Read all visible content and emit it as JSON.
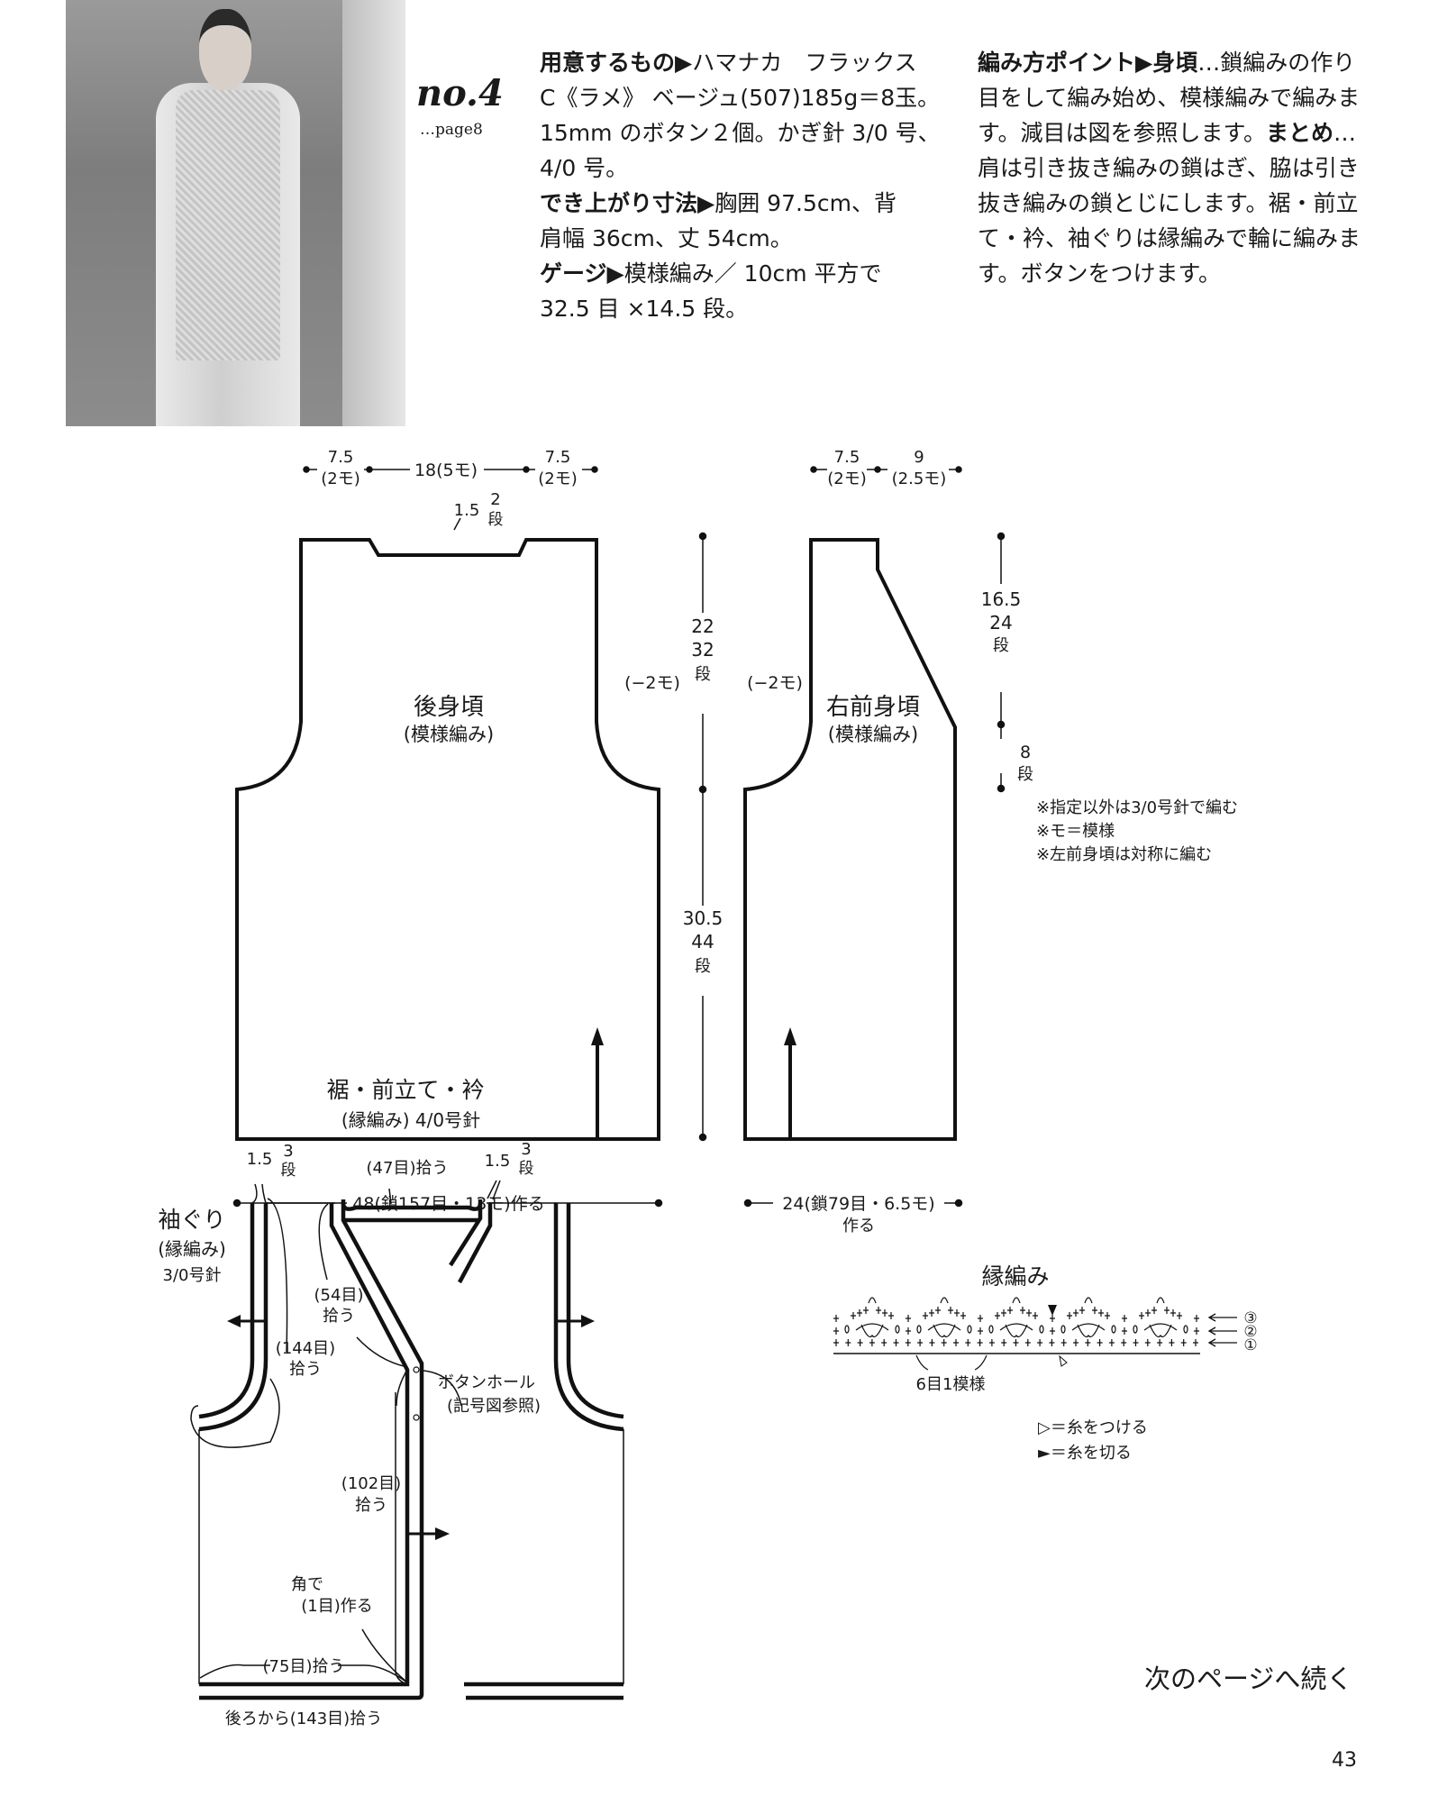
{
  "header": {
    "number": "no.4",
    "page_ref": "…page8"
  },
  "materials": {
    "label": "用意するもの▶",
    "lines": [
      "ハマナカ　フラックス",
      "C《ラメ》 ベージュ(507)185g＝8玉。",
      "15mm のボタン２個。かぎ針 3/0 号、",
      "4/0 号。"
    ],
    "size_label": "でき上がり寸法▶",
    "size_lines": [
      "胸囲 97.5cm、背",
      "肩幅 36cm、丈 54cm。"
    ],
    "gauge_label": "ゲージ▶",
    "gauge_lines": [
      "模様編み／ 10cm 平方で",
      "32.5 目 ×14.5 段。"
    ]
  },
  "method": {
    "label": "編み方ポイント▶",
    "body_label": "身頃",
    "line1": "…鎖編みの作り",
    "lines": [
      "目をして編み始め、模様編みで編みま"
    ],
    "line3a": "す。減目は図を参照します。",
    "finish_label": "まとめ",
    "line3b": "…",
    "lines2": [
      "肩は引き抜き編みの鎖はぎ、脇は引き",
      "抜き編みの鎖とじにします。裾・前立",
      "て・衿、袖ぐりは縁編みで輪に編みま",
      "す。ボタンをつけます。"
    ]
  },
  "back": {
    "title": "後身頃",
    "subtitle": "(模様編み)",
    "shoulder": "7.5",
    "shoulder_m": "(2モ)",
    "neck": "18(5モ)",
    "neck_depth": "1.5",
    "neck_rows": "2",
    "rows_unit": "段",
    "armhole_dec": "(−2モ)",
    "upper_h": "22",
    "upper_rows": "32",
    "lower_h": "30.5",
    "lower_rows": "44",
    "width": "48(鎖157目・13モ)作る"
  },
  "front": {
    "title": "右前身頃",
    "subtitle": "(模様編み)",
    "shoulder": "7.5",
    "shoulder_m": "(2モ)",
    "neck": "9",
    "neck_m": "(2.5モ)",
    "armhole_dec": "(−2モ)",
    "neck_h": "16.5",
    "neck_rows": "24",
    "lower_rows": "8",
    "width": "24(鎖79目・6.5モ)",
    "width2": "作る"
  },
  "notes": [
    "※指定以外は3/0号針で編む",
    "※モ＝模様",
    "※左前身頃は対称に編む"
  ],
  "finishing": {
    "title": "裾・前立て・衿",
    "subtitle": "(縁編み) 4/0号針",
    "armhole_title": "袖ぐり",
    "armhole_sub": "(縁編み)",
    "armhole_needle": "3/0号針",
    "band_w": "1.5",
    "band_rows": "3",
    "rows_unit": "段",
    "back_neck": "(47目)拾う",
    "neck_side": "(54目)",
    "pick": "拾う",
    "armhole_pick": "(144目)",
    "buttonhole": "ボタンホール",
    "buttonhole_ref": "(記号図参照)",
    "front_pick": "(102目)",
    "corner1": "角で",
    "corner2": "(1目)作る",
    "hem_front": "(75目)拾う",
    "hem_back": "後ろから(143目)拾う"
  },
  "edging": {
    "title": "縁編み",
    "repeat": "6目1模様",
    "rows": [
      "③",
      "②",
      "①"
    ],
    "legend": [
      "▷＝糸をつける",
      "►＝糸を切る"
    ]
  },
  "footer": {
    "continued": "次のページへ続く",
    "page_number": "43"
  }
}
